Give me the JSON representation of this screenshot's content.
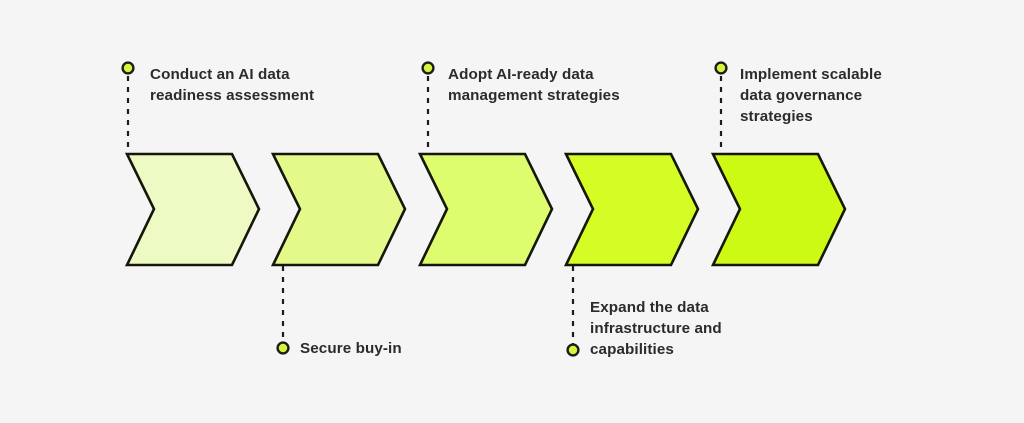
{
  "diagram": {
    "title": "AI data readiness chevron process",
    "background_color": "#f5f5f5",
    "text_color": "#2b2b2b",
    "marker_fill": "#d4f53a",
    "marker_stroke": "#1c1c1c",
    "connector_color": "#1c1c1c",
    "chevron_stroke": "#16160a"
  },
  "steps": [
    {
      "index": 1,
      "label": "Conduct an AI data\nreadiness assessment",
      "label_position": "top",
      "fill": "#eefac3",
      "marker": "step-marker-dot",
      "connector": "dashed-leader-line"
    },
    {
      "index": 2,
      "label": "Secure buy-in",
      "label_position": "bottom",
      "fill": "#e3fa8b",
      "marker": "step-marker-dot",
      "connector": "dashed-leader-line"
    },
    {
      "index": 3,
      "label": "Adopt AI-ready data\nmanagement strategies",
      "label_position": "top",
      "fill": "#ddfd6e",
      "marker": "step-marker-dot",
      "connector": "dashed-leader-line"
    },
    {
      "index": 4,
      "label": "Expand the data\ninfrastructure and\ncapabilities",
      "label_position": "bottom",
      "fill": "#d3fd25",
      "marker": "step-marker-dot",
      "connector": "dashed-leader-line"
    },
    {
      "index": 5,
      "label": "Implement scalable\ndata governance\nstrategies",
      "label_position": "top",
      "fill": "#cdfa15",
      "marker": "step-marker-dot",
      "connector": "dashed-leader-line"
    }
  ]
}
